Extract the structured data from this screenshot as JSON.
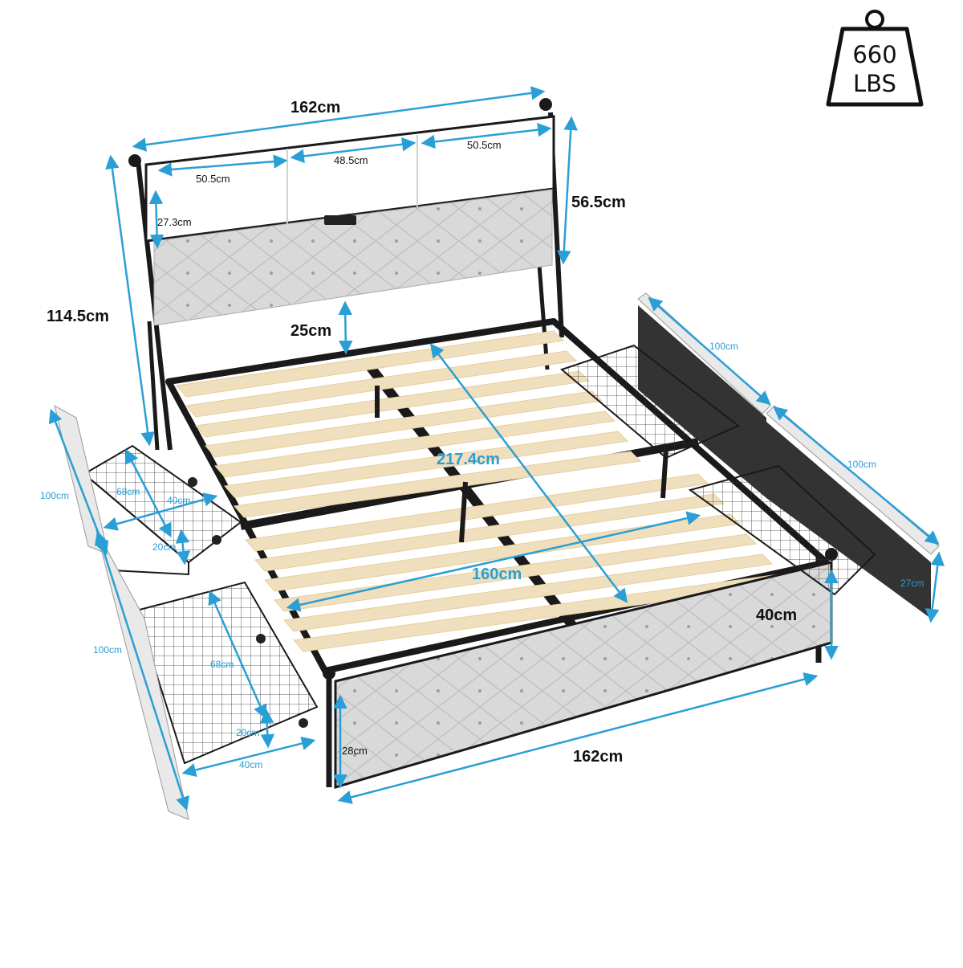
{
  "weight": {
    "value": "660",
    "unit": "LBS"
  },
  "dims": {
    "headboard_width": "162cm",
    "shelf_left": "50.5cm",
    "shelf_middle": "48.5cm",
    "shelf_right": "50.5cm",
    "shelf_height": "27.3cm",
    "headboard_panel_height": "56.5cm",
    "total_height": "114.5cm",
    "under_bed_clearance": "25cm",
    "diagonal": "217.4cm",
    "inner_width": "160cm",
    "footboard_height": "40cm",
    "footboard_width": "162cm",
    "footboard_panel_height": "28cm",
    "left_front_length": "100cm",
    "left_front_basket_depth": "68cm",
    "left_front_basket_width": "40cm",
    "left_front_basket_height": "20cm",
    "left_back_length": "100cm",
    "left_back_basket_depth": "68cm",
    "left_back_basket_height": "20cm",
    "left_back_basket_width": "40cm",
    "right_top_length": "100cm",
    "right_bottom_length": "100cm",
    "right_drawer_height": "27cm"
  },
  "colors": {
    "dimension_line": "#2a9fd6",
    "frame": "#1a1a1a",
    "upholstery": "#d6d6d6",
    "slat": "#f0dfbd"
  }
}
